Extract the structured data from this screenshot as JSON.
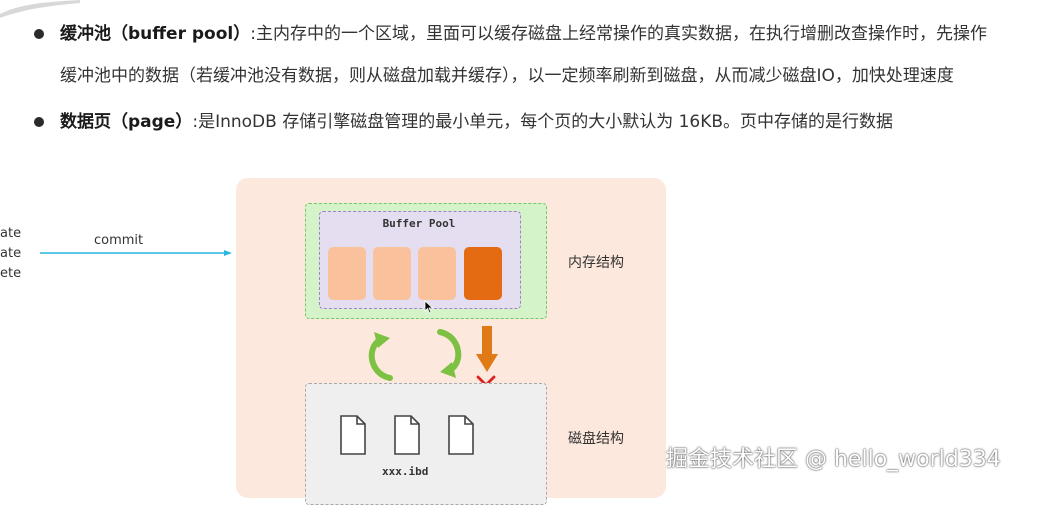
{
  "bullets": [
    {
      "term": "缓冲池（buffer pool）",
      "desc_line1": ":主内存中的一个区域，里面可以缓存磁盘上经常操作的真实数据，在执行增删改查操作时，先操作",
      "desc_line2": "缓冲池中的数据（若缓冲池没有数据，则从磁盘加载并缓存），以一定频率刷新到磁盘，从而减少磁盘IO，加快处理速度"
    },
    {
      "term": "数据页（page）",
      "desc_line1": ":是InnoDB 存储引擎磁盘管理的最小单元，每个页的大小默认为 16KB。页中存储的是行数据"
    }
  ],
  "diagram": {
    "left_actions": [
      "ate",
      "ate",
      "ete"
    ],
    "commit_label": "commit",
    "buffer_pool_title": "Buffer Pool",
    "memory_label": "内存结构",
    "disk_label": "磁盘结构",
    "file_name": "xxx.ibd",
    "buffer_pages": [
      {
        "state": "clean"
      },
      {
        "state": "clean"
      },
      {
        "state": "clean"
      },
      {
        "state": "dirty"
      }
    ],
    "colors": {
      "panel_bg": "#fde8dd",
      "memory_box": "#d4f3c9",
      "buffer_pool_box": "#e4def0",
      "clean_page": "#f9c29c",
      "dirty_page": "#e56b12",
      "commit_arrow": "#29b6e0",
      "sync_arrows": "#7dc142",
      "flush_arrow": "#e07a16",
      "blocked_mark": "#e02020",
      "disk_box": "#efefef"
    },
    "icons": [
      "curved-arrow-up-icon",
      "curved-arrow-down-icon",
      "down-arrow-icon",
      "red-x-icon",
      "file-icon"
    ]
  },
  "watermark": "掘金技术社区 @ hello_world334"
}
